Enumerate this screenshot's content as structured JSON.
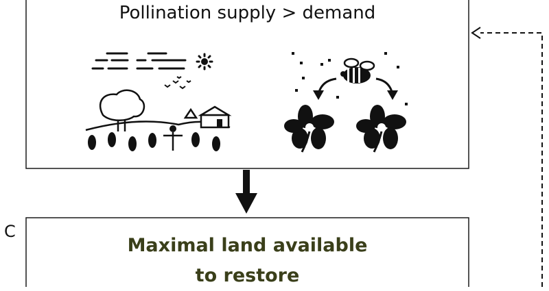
{
  "top_box": {
    "title": "Pollination supply > demand"
  },
  "panel_label": "C",
  "bottom_box": {
    "line1": "Maximal land available",
    "line2": "to restore"
  },
  "colors": {
    "stroke": "#1a1a1a",
    "bottom_text": "#3a3f1a",
    "background": "#ffffff"
  },
  "icons": [
    "clouds-sun-icon",
    "farm-landscape-icon",
    "bee-flowers-icon"
  ]
}
